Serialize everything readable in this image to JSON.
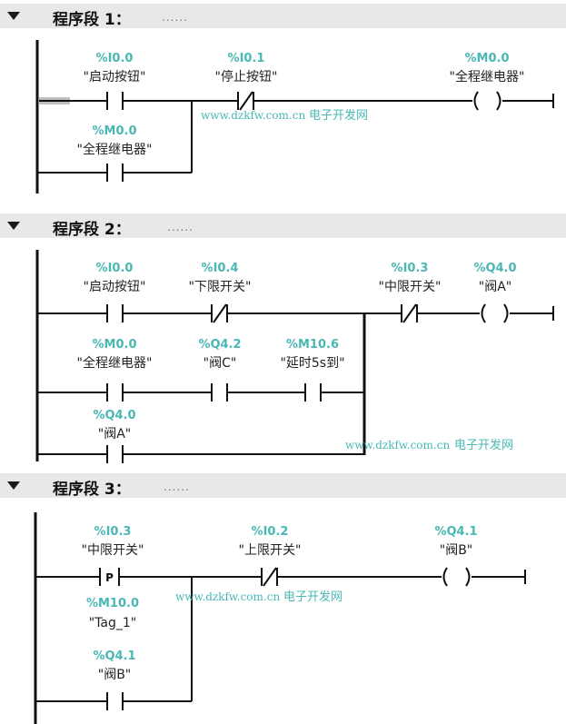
{
  "segments": [
    {
      "title": "程序段 1：",
      "dots": "......"
    },
    {
      "title": "程序段 2：",
      "dots": "......"
    },
    {
      "title": "程序段 3：",
      "dots": "......"
    }
  ],
  "watermark": {
    "url": "www.dzkfw.com.cn",
    "name": "电子开发网"
  },
  "seg1": {
    "c1": {
      "addr": "%I0.0",
      "tag": "\"启动按钮\""
    },
    "c2": {
      "addr": "%I0.1",
      "tag": "\"停止按钮\""
    },
    "coil": {
      "addr": "%M0.0",
      "tag": "\"全程继电器\""
    },
    "c3": {
      "addr": "%M0.0",
      "tag": "\"全程继电器\""
    }
  },
  "seg2": {
    "c1": {
      "addr": "%I0.0",
      "tag": "\"启动按钮\""
    },
    "c2": {
      "addr": "%I0.4",
      "tag": "\"下限开关\""
    },
    "c3": {
      "addr": "%I0.3",
      "tag": "\"中限开关\""
    },
    "coil": {
      "addr": "%Q4.0",
      "tag": "\"阀A\""
    },
    "c4": {
      "addr": "%M0.0",
      "tag": "\"全程继电器\""
    },
    "c5": {
      "addr": "%Q4.2",
      "tag": "\"阀C\""
    },
    "c6": {
      "addr": "%M10.6",
      "tag": "\"延时5s到\""
    },
    "c7": {
      "addr": "%Q4.0",
      "tag": "\"阀A\""
    }
  },
  "seg3": {
    "c1": {
      "addr": "%I0.3",
      "tag": "\"中限开关\"",
      "edge": "P"
    },
    "m1": {
      "addr": "%M10.0",
      "tag": "\"Tag_1\""
    },
    "c2": {
      "addr": "%I0.2",
      "tag": "\"上限开关\""
    },
    "coil": {
      "addr": "%Q4.1",
      "tag": "\"阀B\""
    },
    "c3": {
      "addr": "%Q4.1",
      "tag": "\"阀B\""
    }
  }
}
